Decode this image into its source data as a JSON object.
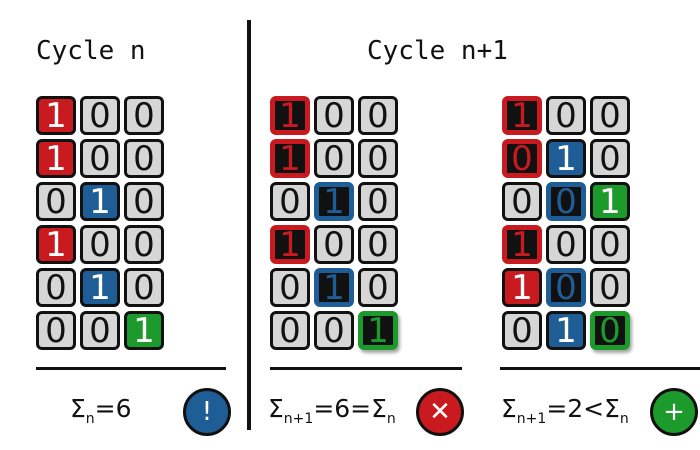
{
  "panels": [
    {
      "title": "Cycle n",
      "cells": [
        [
          {
            "v": "1",
            "s": "red"
          },
          {
            "v": "0",
            "s": "gray"
          },
          {
            "v": "0",
            "s": "gray"
          }
        ],
        [
          {
            "v": "1",
            "s": "red"
          },
          {
            "v": "0",
            "s": "gray"
          },
          {
            "v": "0",
            "s": "gray"
          }
        ],
        [
          {
            "v": "0",
            "s": "gray"
          },
          {
            "v": "1",
            "s": "blue"
          },
          {
            "v": "0",
            "s": "gray"
          }
        ],
        [
          {
            "v": "1",
            "s": "red"
          },
          {
            "v": "0",
            "s": "gray"
          },
          {
            "v": "0",
            "s": "gray"
          }
        ],
        [
          {
            "v": "0",
            "s": "gray"
          },
          {
            "v": "1",
            "s": "blue"
          },
          {
            "v": "0",
            "s": "gray"
          }
        ],
        [
          {
            "v": "0",
            "s": "gray"
          },
          {
            "v": "0",
            "s": "gray"
          },
          {
            "v": "1",
            "s": "green"
          }
        ]
      ],
      "sum": {
        "sym": "Σ",
        "sub": "n",
        "rest": "=6"
      },
      "badge": {
        "glyph": "!",
        "color": "#1f5d96",
        "name": "exclamation-icon"
      }
    },
    {
      "title": "Cycle n+1",
      "cells": [
        [
          {
            "v": "1",
            "s": "dark-red"
          },
          {
            "v": "0",
            "s": "gray"
          },
          {
            "v": "0",
            "s": "gray"
          }
        ],
        [
          {
            "v": "1",
            "s": "dark-red"
          },
          {
            "v": "0",
            "s": "gray"
          },
          {
            "v": "0",
            "s": "gray"
          }
        ],
        [
          {
            "v": "0",
            "s": "gray"
          },
          {
            "v": "1",
            "s": "dark-blue"
          },
          {
            "v": "0",
            "s": "gray"
          }
        ],
        [
          {
            "v": "1",
            "s": "dark-red"
          },
          {
            "v": "0",
            "s": "gray"
          },
          {
            "v": "0",
            "s": "gray"
          }
        ],
        [
          {
            "v": "0",
            "s": "gray"
          },
          {
            "v": "1",
            "s": "dark-blue"
          },
          {
            "v": "0",
            "s": "gray"
          }
        ],
        [
          {
            "v": "0",
            "s": "gray"
          },
          {
            "v": "0",
            "s": "gray"
          },
          {
            "v": "1",
            "s": "dark-green"
          }
        ]
      ],
      "sum": {
        "sym": "Σ",
        "sub": "n+1",
        "rest": "=6=",
        "sym2": "Σ",
        "sub2": "n"
      },
      "badge": {
        "glyph": "✕",
        "color": "#c81a1f",
        "name": "x-icon"
      }
    },
    {
      "cells": [
        [
          {
            "v": "1",
            "s": "dark-red"
          },
          {
            "v": "0",
            "s": "gray"
          },
          {
            "v": "0",
            "s": "gray"
          }
        ],
        [
          {
            "v": "0",
            "s": "dark-red"
          },
          {
            "v": "1",
            "s": "blue"
          },
          {
            "v": "0",
            "s": "gray"
          }
        ],
        [
          {
            "v": "0",
            "s": "gray"
          },
          {
            "v": "0",
            "s": "dark-blue"
          },
          {
            "v": "1",
            "s": "green"
          }
        ],
        [
          {
            "v": "1",
            "s": "dark-red"
          },
          {
            "v": "0",
            "s": "gray"
          },
          {
            "v": "0",
            "s": "gray"
          }
        ],
        [
          {
            "v": "1",
            "s": "red"
          },
          {
            "v": "0",
            "s": "dark-blue"
          },
          {
            "v": "0",
            "s": "gray"
          }
        ],
        [
          {
            "v": "0",
            "s": "gray"
          },
          {
            "v": "1",
            "s": "blue"
          },
          {
            "v": "0",
            "s": "dark-green"
          }
        ]
      ],
      "sum": {
        "sym": "Σ",
        "sub": "n+1",
        "rest": "=2<",
        "sym2": "Σ",
        "sub2": "n"
      },
      "badge": {
        "glyph": "+",
        "color": "#1d9a2c",
        "name": "plus-icon"
      }
    }
  ]
}
